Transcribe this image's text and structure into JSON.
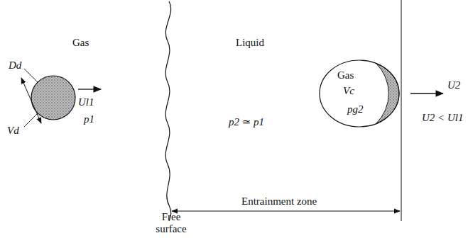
{
  "diagram": {
    "nodes": [
      {
        "text": [
          "Gas",
          "Vc",
          "pg2"
        ]
      }
    ],
    "labels": [
      "Gas",
      "Liquid",
      "Dd",
      "Vd",
      "Ul1",
      "p1",
      "p2 ≃ p1",
      "U2",
      "U2 < Ul1",
      "Entrainment zone",
      "Free surface"
    ]
  }
}
